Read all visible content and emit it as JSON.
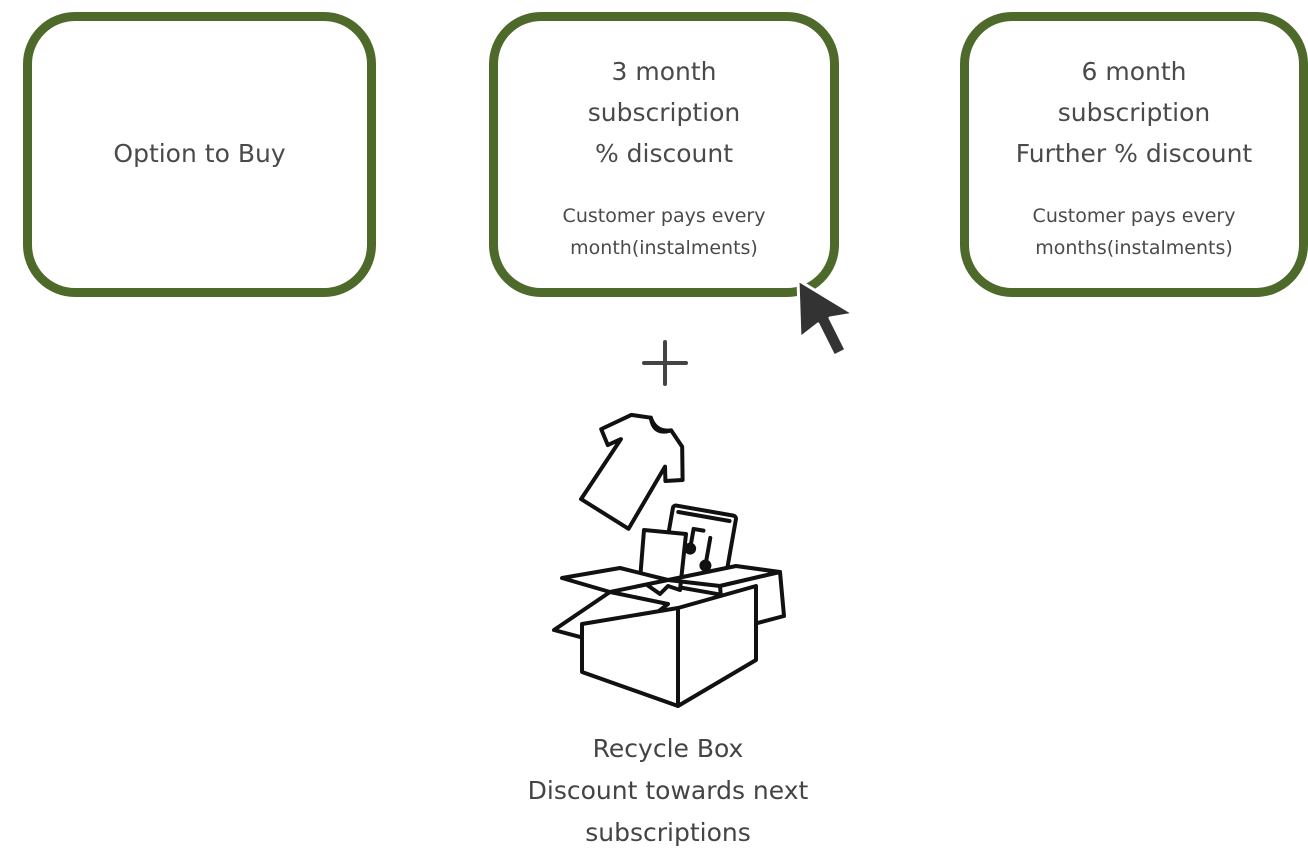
{
  "colors": {
    "card_border": "#4e6a2a",
    "text": "#4a4a4a",
    "icon_stroke": "#111111",
    "cursor_fill": "#333333"
  },
  "cards": [
    {
      "lines": [
        "Option to Buy"
      ],
      "note": []
    },
    {
      "lines": [
        "3 month",
        "subscription",
        "% discount"
      ],
      "note": [
        "Customer pays every",
        "month(instalments)"
      ]
    },
    {
      "lines": [
        "6 month",
        "subscription",
        "Further % discount"
      ],
      "note": [
        "Customer pays every",
        "months(instalments)"
      ]
    }
  ],
  "icons": {
    "plus": "plus-icon",
    "cursor": "mouse-cursor-icon",
    "recycle_box": "recycle-box-icon"
  },
  "recycle_box": {
    "lines": [
      "Recycle Box",
      "Discount towards next",
      "subscriptions"
    ]
  }
}
